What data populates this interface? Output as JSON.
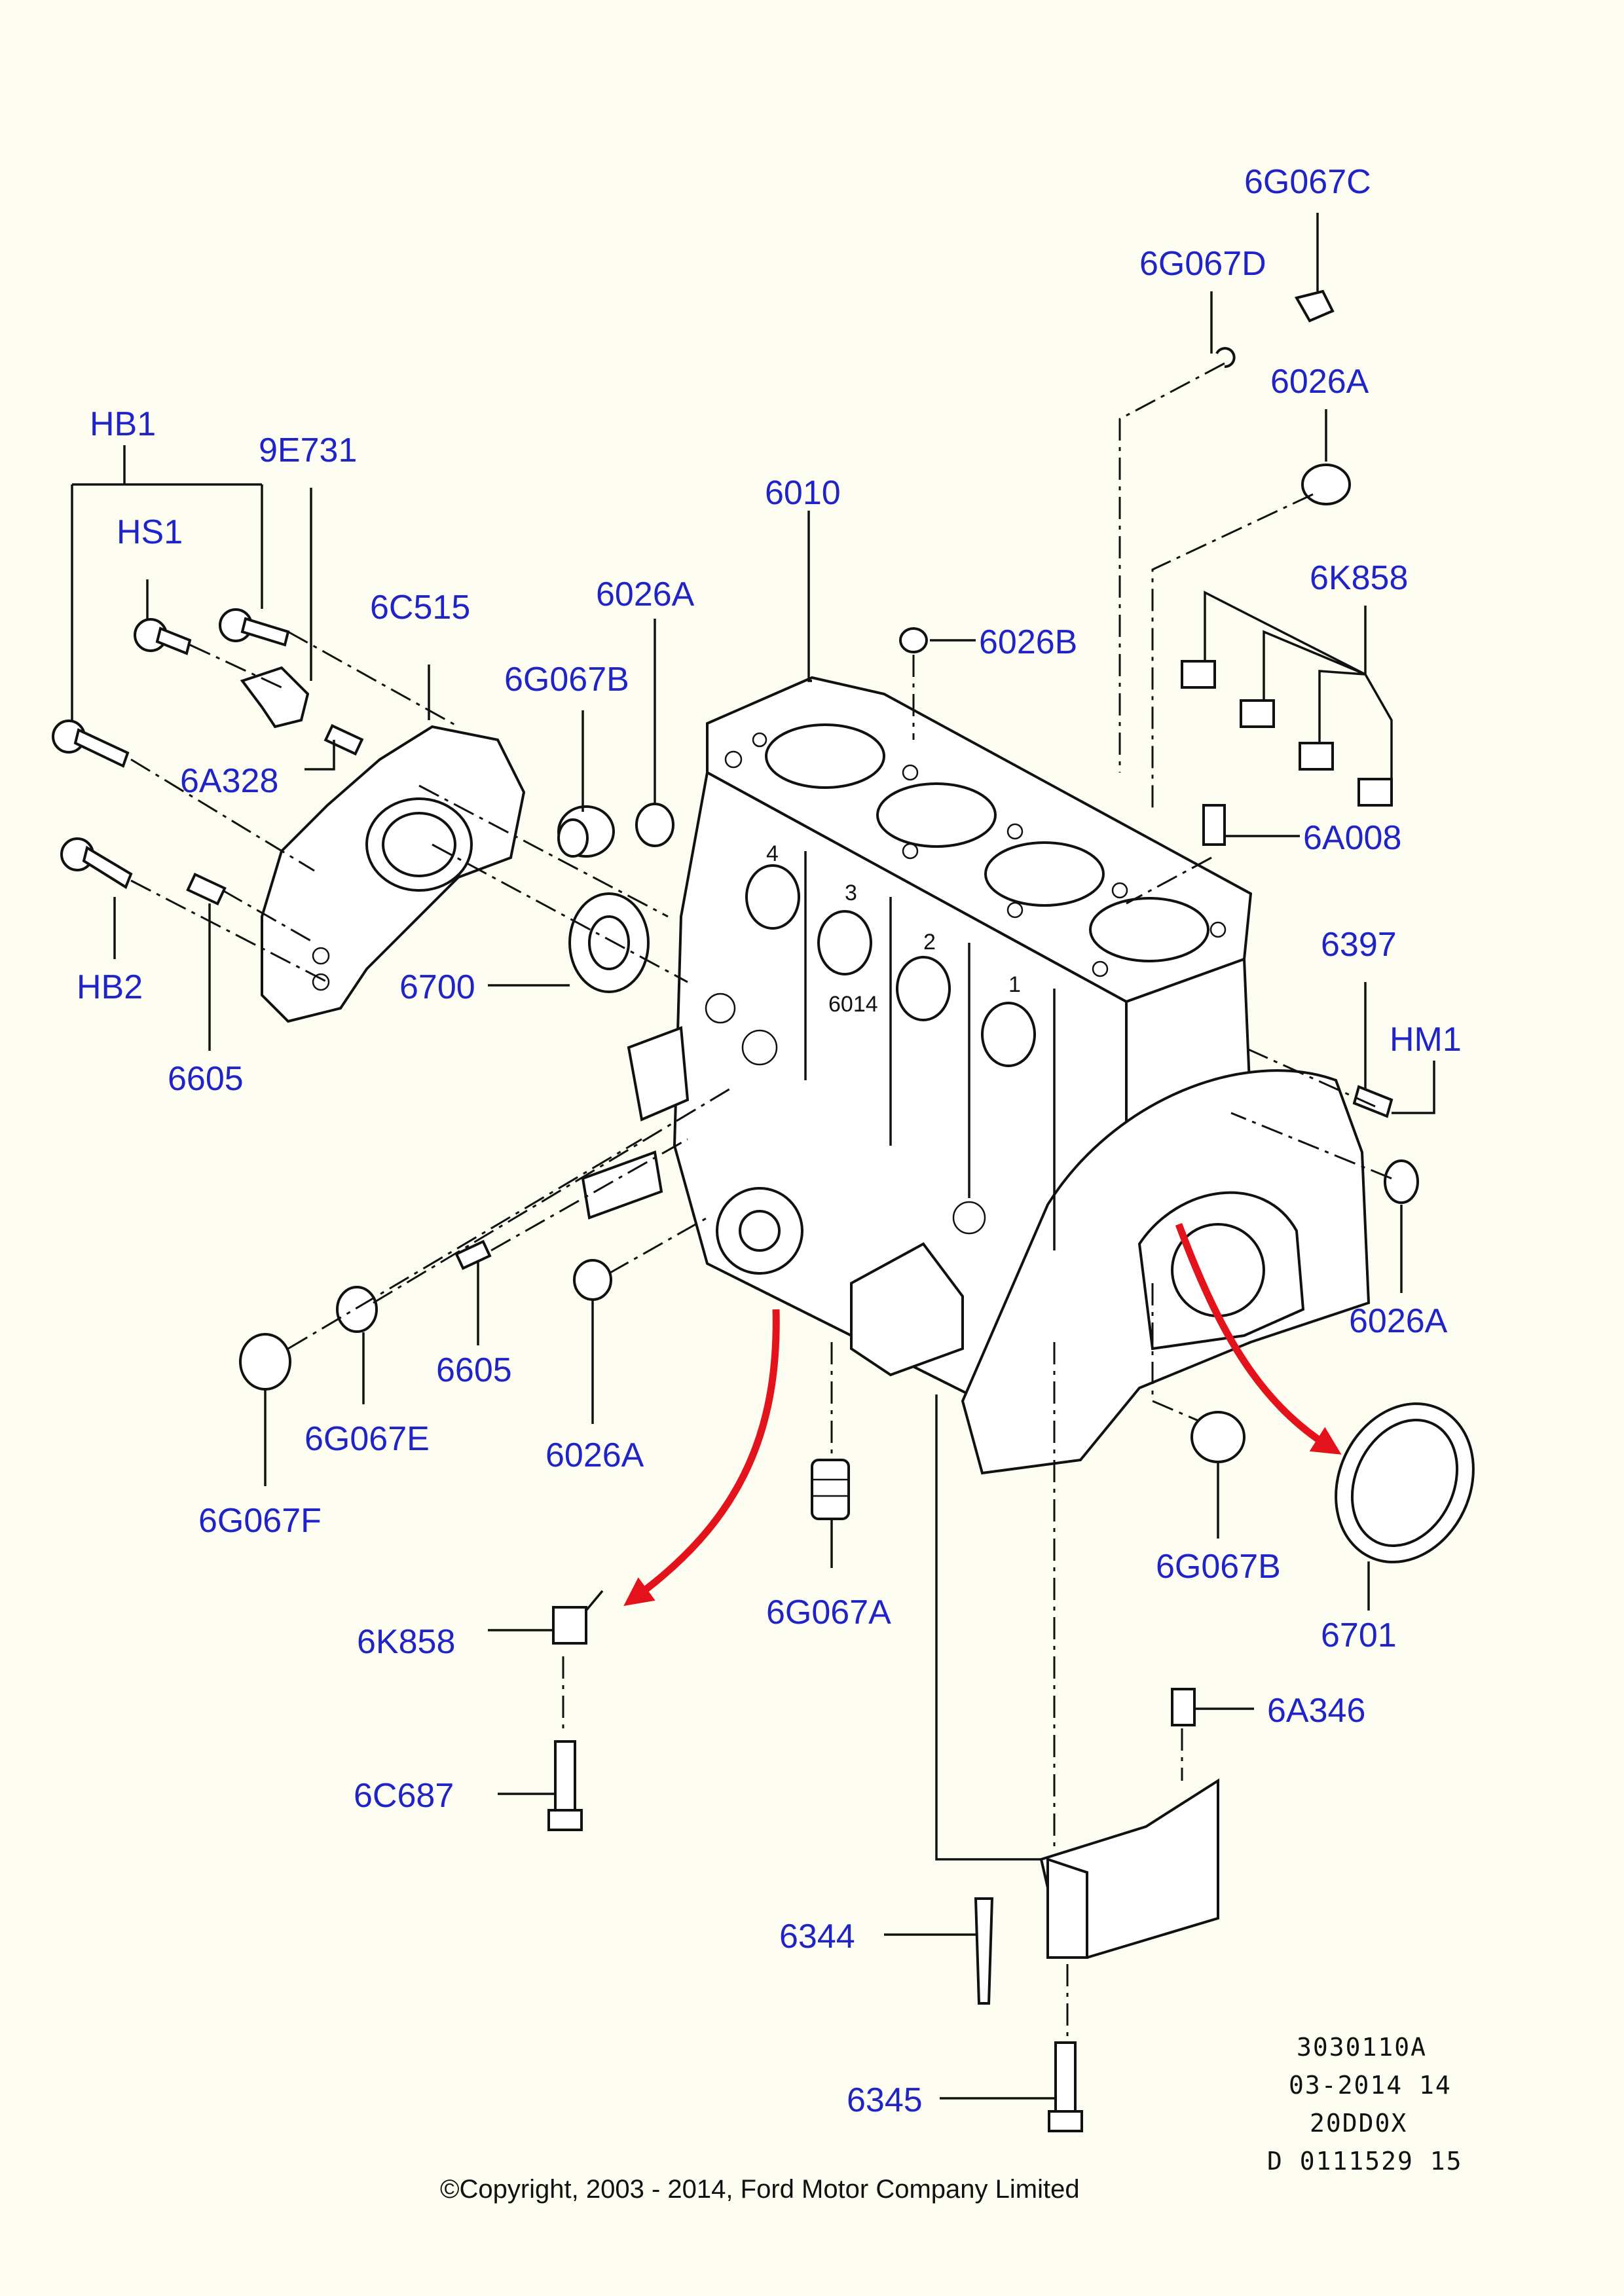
{
  "labels": {
    "6G067C": "6G067C",
    "6G067D": "6G067D",
    "6026A_top": "6026A",
    "HB1": "HB1",
    "9E731": "9E731",
    "HS1": "HS1",
    "6010": "6010",
    "6K858_top": "6K858",
    "6C515": "6C515",
    "6026A_upper": "6026A",
    "6G067B_upper": "6G067B",
    "6026B": "6026B",
    "6A328": "6A328",
    "6A008": "6A008",
    "HB2": "HB2",
    "6700": "6700",
    "6397": "6397",
    "HM1": "HM1",
    "6605_left": "6605",
    "6026A_right": "6026A",
    "6605_mid": "6605",
    "6026A_lower": "6026A",
    "6G067E": "6G067E",
    "6G067F": "6G067F",
    "6G067B_lower": "6G067B",
    "6G067A": "6G067A",
    "6701": "6701",
    "6K858_bottom": "6K858",
    "6A346": "6A346",
    "6C687": "6C687",
    "6344": "6344",
    "6345": "6345"
  },
  "cylinder_numbers": [
    "4",
    "3",
    "2",
    "1"
  ],
  "block_mark": "6014",
  "meta": {
    "code": "3030110A",
    "date": "03-2014 14",
    "engine": "20DD0X",
    "doc": "D 0111529 15"
  },
  "copyright": "©Copyright, 2003 - 2014, Ford Motor Company Limited",
  "colors": {
    "label": "#1f23c8",
    "arrow": "#e3121b",
    "background": "#fdfdf2"
  }
}
